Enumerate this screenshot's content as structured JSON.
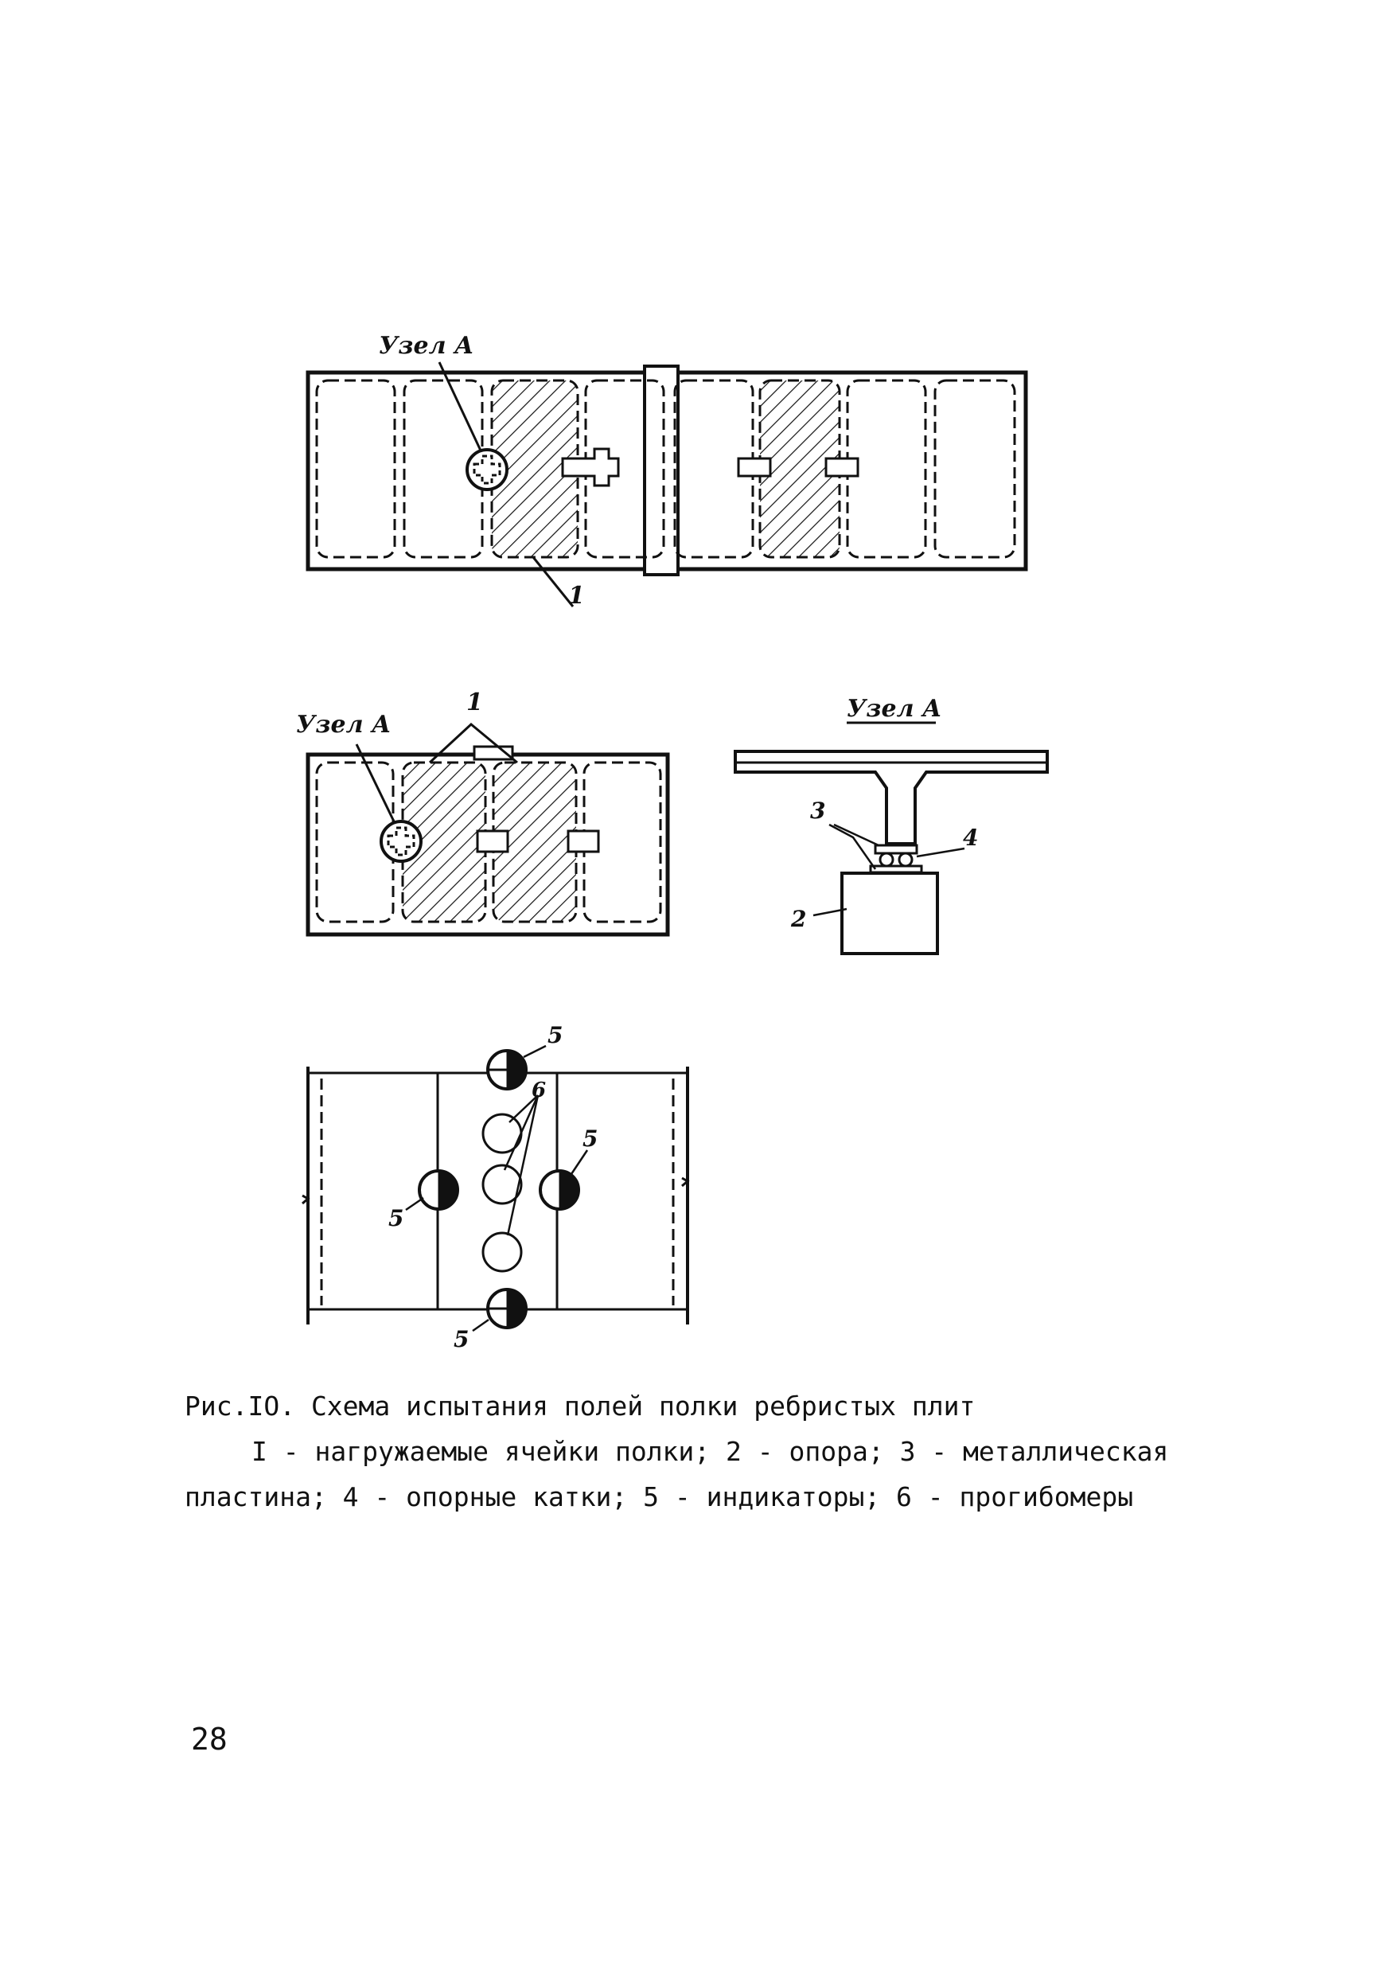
{
  "figure": {
    "labels": {
      "uzel_a_top": "Узел А",
      "item_1_top": "1",
      "uzel_a_mid": "Узел А",
      "item_1_mid": "1",
      "uzel_a_detail_title": "Узел А",
      "detail_item_3": "3",
      "detail_item_4": "4",
      "detail_item_2": "2",
      "gauge_5_top": "5",
      "gauge_6": "6",
      "gauge_5_right": "5",
      "gauge_5_left": "5",
      "gauge_5_bottom": "5"
    }
  },
  "caption": {
    "title": "Рис.IO. Схема испытания полей полки ребристых плит",
    "body": "I - нагружаемые ячейки полки; 2 - опора; 3 - металлическая пластина; 4 - опорные катки; 5 - индикаторы; 6 - прогибомеры"
  },
  "page_number": "28",
  "colors": {
    "ink": "#111111",
    "paper": "#ffffff"
  }
}
